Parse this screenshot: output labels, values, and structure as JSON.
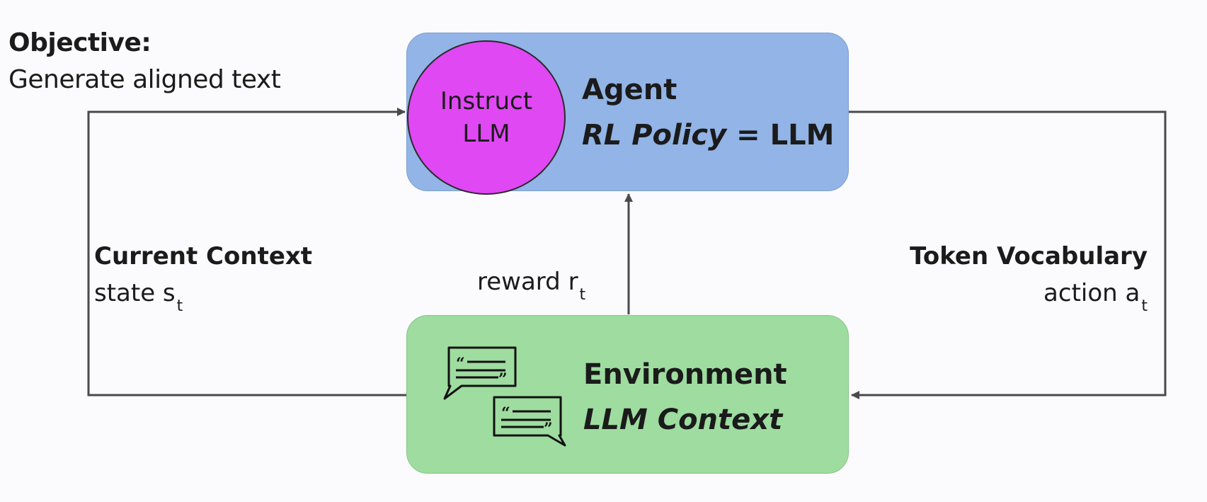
{
  "objective": {
    "title": "Objective:",
    "text": "Generate aligned text"
  },
  "agent": {
    "circle_line1": "Instruct",
    "circle_line2": "LLM",
    "title": "Agent",
    "policy_label": "RL Policy",
    "policy_equals": " = LLM"
  },
  "environment": {
    "title": "Environment",
    "subtitle": "LLM Context"
  },
  "state": {
    "label": "Current Context",
    "var_text": "state  s",
    "var_sub": "t"
  },
  "reward": {
    "var_text": "reward  r",
    "var_sub": "t"
  },
  "action": {
    "label": "Token Vocabulary",
    "var_text": "action  a",
    "var_sub": "t"
  },
  "icons": {
    "environment_icon": "chat-bubbles-icon"
  },
  "colors": {
    "agent_box": "#92b4e6",
    "llm_circle": "#e048f4",
    "environment_box": "#9edca0",
    "arrows": "#4a4a4a"
  }
}
